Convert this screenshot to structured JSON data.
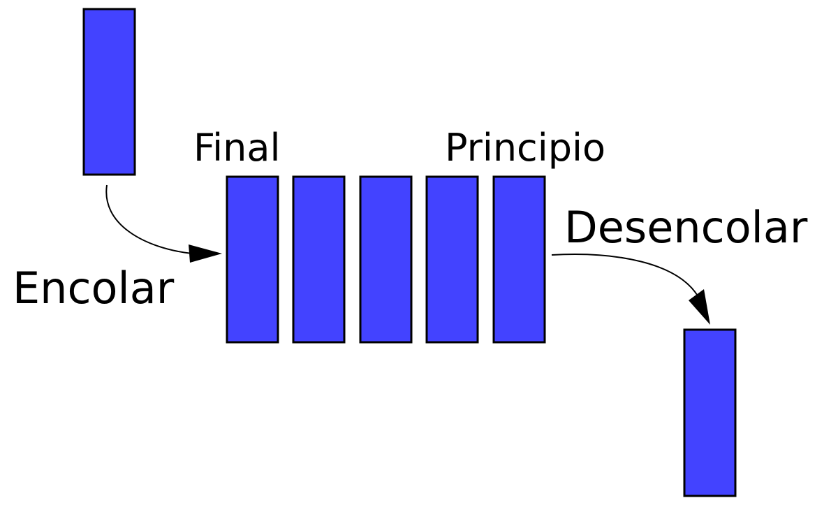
{
  "labels": {
    "rear": "Final",
    "front": "Principio",
    "enqueue": "Encolar",
    "dequeue": "Desencolar"
  },
  "queue": {
    "element_count": 5
  },
  "colors": {
    "element_fill": "#4343ff",
    "stroke": "#000000",
    "background": "#ffffff"
  }
}
